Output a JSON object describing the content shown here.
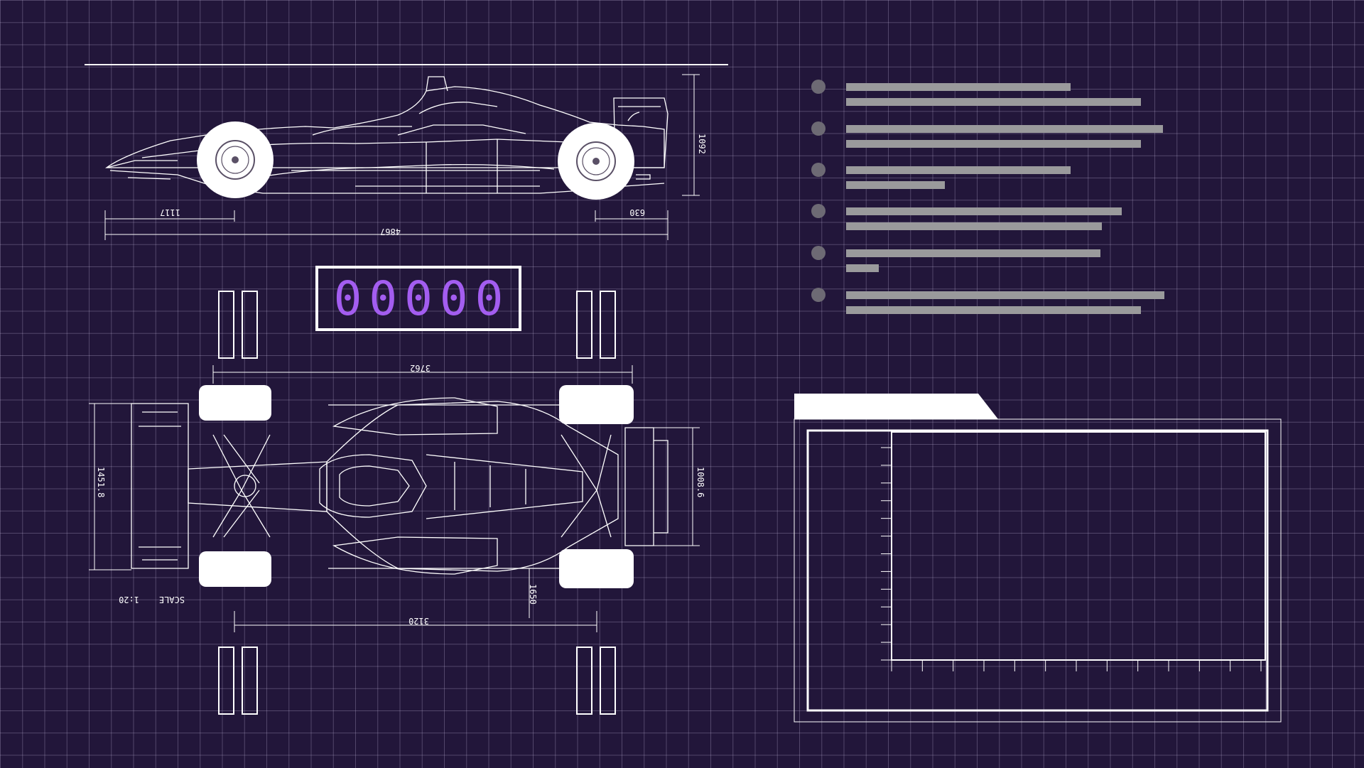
{
  "side_view": {
    "dims": {
      "front_overhang": "1117",
      "rear_overhang": "630",
      "total_length": "4867",
      "height": "1092"
    }
  },
  "top_view": {
    "dims": {
      "width_top": "3762",
      "wheelbase": "3120",
      "front_track": "1451.8",
      "rear_track": "1008.6",
      "rear_half": "1650",
      "scale_label": "SCALE",
      "scale_value": "1:20"
    }
  },
  "counter": {
    "value": "00000",
    "color": "#a35df0"
  },
  "bullet_list": {
    "item_count": 6,
    "dot_color": "#6d6a74",
    "bar_color": "#9a9a9c"
  },
  "chart_panel": {
    "tab_color": "#ffffff",
    "x_tick_count": 12,
    "y_tick_count": 12
  },
  "colors": {
    "background": "#22163a",
    "grid": "#cdc3e6",
    "line": "#ffffff",
    "accent": "#a35df0"
  }
}
